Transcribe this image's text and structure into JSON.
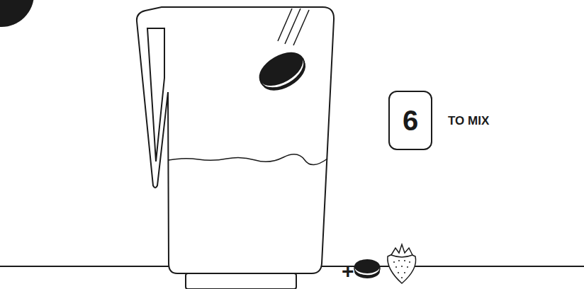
{
  "diagram": {
    "nodes": [
      {
        "text": [
          "6"
        ]
      }
    ],
    "labels": [
      "TO MIX",
      "+"
    ]
  }
}
